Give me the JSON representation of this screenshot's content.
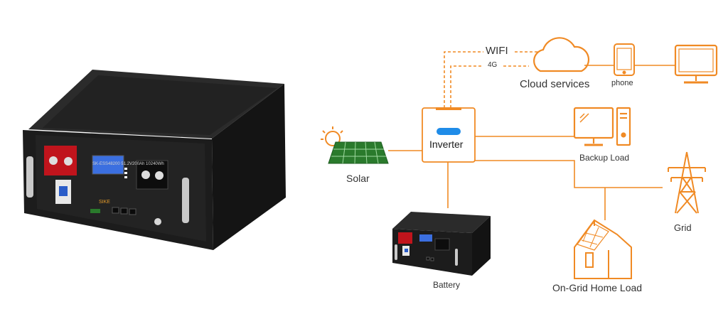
{
  "colors": {
    "accent": "#f08a24",
    "panel_blue": "#2a7a2c",
    "screen_blue": "#3b6fe0",
    "case": "#1a1a1a"
  },
  "battery_panel": {
    "model_text": "SK-ESS48200 51.2V200Ah 10240Wh",
    "brand": "SIKE"
  },
  "diagram": {
    "wifi_label": "WIFI",
    "g4_label": "4G",
    "cloud_label": "Cloud services",
    "phone_label": "phone",
    "inverter_label": "Inverter",
    "backup_label": "Backup Load",
    "solar_label": "Solar",
    "grid_label": "Grid",
    "battery_label": "Battery",
    "home_label": "On-Grid Home Load"
  },
  "icons": [
    "battery-product-image",
    "cloud-icon",
    "phone-icon",
    "monitor-icon",
    "inverter-icon",
    "desktop-computer-icon",
    "solar-panel-icon",
    "grid-tower-icon",
    "battery-icon",
    "house-icon"
  ]
}
